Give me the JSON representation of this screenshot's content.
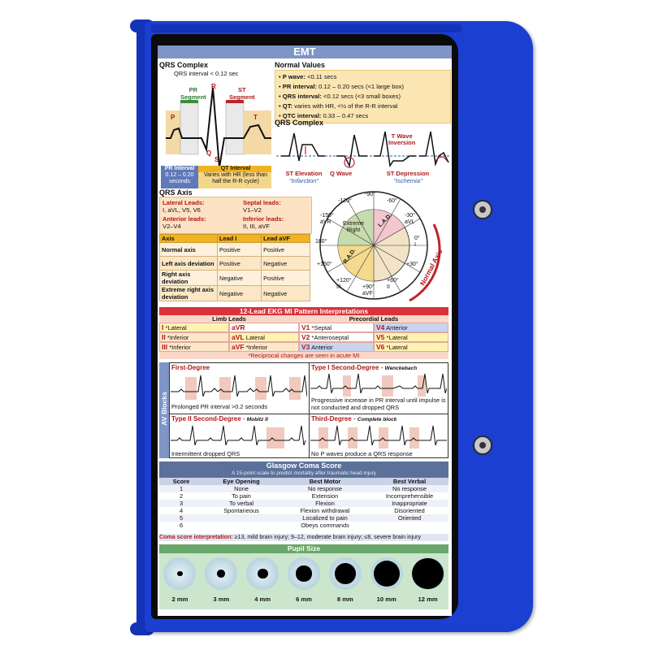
{
  "title": "EMT",
  "qrs_complex": {
    "heading": "QRS Complex",
    "interval": "QRS interval < 0.12 sec",
    "pr_segment": "PR\nSegment",
    "st_segment": "ST\nSegment",
    "labels": [
      "P",
      "R",
      "T",
      "Q",
      "S"
    ],
    "pr_interval": {
      "title": "PR Interval",
      "text": "0.12 – 0.20 seconds"
    },
    "qt_interval": {
      "title": "QT Interval",
      "text": "Varies with HR (less than half the R-R cycle)"
    }
  },
  "normal_values": {
    "heading": "Normal Values",
    "items": [
      {
        "label": "P wave:",
        "value": "<0.11 secs"
      },
      {
        "label": "PR interval:",
        "value": "0.12 – 0.20 secs (<1 large box)"
      },
      {
        "label": "QRS interval:",
        "value": "<0.12 secs (<3 small boxes)"
      },
      {
        "label": "QT:",
        "value": "varies with HR, <½ of the R-R interval"
      },
      {
        "label": "QTC interval:",
        "value": "0.33 – 0.47 secs"
      }
    ]
  },
  "qrs_changes": {
    "heading": "QRS Complex",
    "st_elevation": "ST Elevation",
    "infarction": "\"Infarction\"",
    "q_wave": "Q Wave",
    "st_depression": "ST Depression",
    "ischemia": "\"Ischemia\"",
    "t_wave": "T Wave\nInversion"
  },
  "qrs_axis": {
    "heading": "QRS Axis",
    "lateral": {
      "label": "Lateral Leads:",
      "value": "I, aVL, V5, V6"
    },
    "septal": {
      "label": "Septal leads:",
      "value": "V1–V2"
    },
    "anterior": {
      "label": "Anterior leads:",
      "value": "V2–V4"
    },
    "inferior": {
      "label": "Inferior leads:",
      "value": "II, III, aVF"
    },
    "table_headers": [
      "Axis",
      "Lead I",
      "Lead aVF"
    ],
    "table_rows": [
      [
        "Normal axis",
        "Positive",
        "Positive"
      ],
      [
        "Left axis deviation",
        "Positive",
        "Negative"
      ],
      [
        "Right axis deviation",
        "Negative",
        "Positive"
      ],
      [
        "Extreme right axis deviation",
        "Negative",
        "Negative"
      ]
    ],
    "wheel": {
      "degrees": [
        "-90°",
        "-120°",
        "-60°",
        "-150°\naVR",
        "-30°\naVL",
        "180°",
        "0°\nI",
        "+150°",
        "+30°",
        "+120°\nIII",
        "+60°\nII",
        "+90°\naVF"
      ],
      "zones": [
        "Extreme\nRight",
        "L.A.D.",
        "R.A.D."
      ],
      "normal_axis": "Normal Axis"
    }
  },
  "mi_pattern": {
    "heading": "12-Lead EKG MI Pattern Interpretations",
    "limb_heading": "Limb Leads",
    "precordial_heading": "Precordial Leads",
    "rows": [
      [
        {
          "lead": "I",
          "text": "*Lateral",
          "color": "#fff3b0"
        },
        {
          "lead": "aVR",
          "text": "",
          "color": "#ffffff"
        },
        {
          "lead": "V1",
          "text": "*Septal",
          "color": "#ffffff"
        },
        {
          "lead": "V4",
          "text": "Anterior",
          "color": "#c9d4ee"
        }
      ],
      [
        {
          "lead": "II",
          "text": "*Inferior",
          "color": "#fde7c8"
        },
        {
          "lead": "aVL",
          "text": "Lateral",
          "color": "#fff3b0"
        },
        {
          "lead": "V2",
          "text": "*Anteroseptal",
          "color": "#ffffff"
        },
        {
          "lead": "V5",
          "text": "*Lateral",
          "color": "#fff3b0"
        }
      ],
      [
        {
          "lead": "III",
          "text": "*Inferior",
          "color": "#fde7c8"
        },
        {
          "lead": "aVF",
          "text": "*Inferior",
          "color": "#fde7c8"
        },
        {
          "lead": "V3",
          "text": "Anterior",
          "color": "#c9d4ee"
        },
        {
          "lead": "V6",
          "text": "*Lateral",
          "color": "#fff3b0"
        }
      ]
    ],
    "footnote": "*Reciprocal changes are seen in acute MI"
  },
  "av_blocks": {
    "side_label": "AV Blocks",
    "first": {
      "title": "First-Degree",
      "text": "Prolonged PR interval >0.2 seconds"
    },
    "second1": {
      "title": "Type I Second-Degree",
      "sub": "Wenckebach",
      "text": "Progressive increase in PR interval until impulse is not conducted and dropped QRS"
    },
    "second2": {
      "title": "Type II Second-Degree",
      "sub": "Mobitz II",
      "text": "Intermittent dropped QRS"
    },
    "third": {
      "title": "Third-Degree",
      "sub": "Complete block",
      "text": "No P waves produce a QRS response"
    }
  },
  "gcs": {
    "heading": "Glasgow Coma Score",
    "subheading": "A 15-point scale to predict mortality after traumatic head injury",
    "headers": [
      "Score",
      "Eye Opening",
      "Best Motor",
      "Best Verbal"
    ],
    "rows": [
      [
        "1",
        "None",
        "No response",
        "No response"
      ],
      [
        "2",
        "To pain",
        "Extension",
        "Incomprehensible"
      ],
      [
        "3",
        "To verbal",
        "Flexion",
        "Inappropriate"
      ],
      [
        "4",
        "Spontaneous",
        "Flexion withdrawal",
        "Disoriented"
      ],
      [
        "5",
        "",
        "Localized to pain",
        "Oriented"
      ],
      [
        "6",
        "",
        "Obeys commands",
        ""
      ]
    ],
    "interp_label": "Coma score interpretation:",
    "interp_text": "≥13, mild brain injury; 9–12, moderate brain injury; ≤8, severe brain injury"
  },
  "pupil": {
    "heading": "Pupil Size",
    "sizes": [
      {
        "label": "2 mm",
        "mm": 2
      },
      {
        "label": "3 mm",
        "mm": 3
      },
      {
        "label": "4 mm",
        "mm": 4
      },
      {
        "label": "6 mm",
        "mm": 6
      },
      {
        "label": "8 mm",
        "mm": 8
      },
      {
        "label": "10 mm",
        "mm": 10
      },
      {
        "label": "12 mm",
        "mm": 12
      }
    ]
  },
  "colors": {
    "board": "#1a3fd1",
    "header": "#7e95c6",
    "red_header": "#d9323a",
    "gcs_header": "#5b7199",
    "pupil_header": "#6aa76a"
  }
}
